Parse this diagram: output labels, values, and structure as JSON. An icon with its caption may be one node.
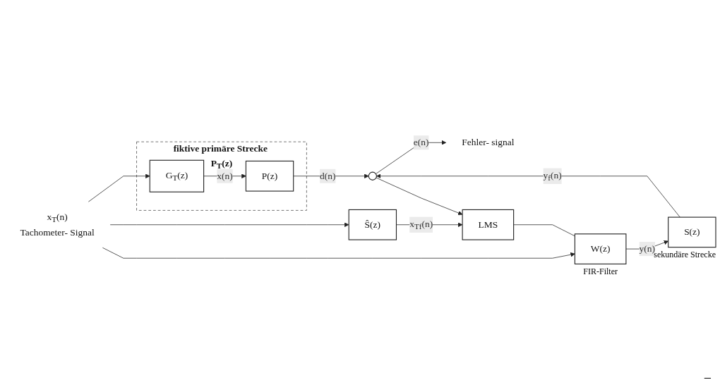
{
  "diagram": {
    "nodes": [
      {
        "text": [
          "x$_{T}$(n)",
          "Tachometer- Signal"
        ]
      },
      {
        "text": [
          "fiktive primäre Strecke P$_{T}$(z)"
        ]
      },
      {
        "text": [
          "G$_{T}$(z)"
        ],
        "in": 1
      },
      {
        "text": [
          "P(z)"
        ],
        "in": 1
      },
      {
        "text": [],
        "shape": "circle"
      },
      {
        "text": [
          "Fehler- signal"
        ]
      },
      {
        "text": [
          "W(z)"
        ],
        "beside": [
          "FIR-Filter"
        ]
      },
      {
        "text": [
          "S(z)"
        ],
        "beside": [
          "sekundäre Strecke"
        ]
      },
      {
        "text": [
          "Ŝ(z)"
        ]
      },
      {
        "text": [
          "LMS"
        ]
      }
    ],
    "edges": [
      {
        "from": 0,
        "to": 2,
        "arrow": "to"
      },
      {
        "from": 2,
        "to": 3,
        "arrow": "to",
        "label": "x(n)"
      },
      {
        "from": 3,
        "to": 4,
        "arrow": "to",
        "label": "d(n)"
      },
      {
        "from": 4,
        "to": 5,
        "arrow": "to",
        "label": "e(n)"
      },
      {
        "from": 0,
        "to": 6,
        "arrow": "to"
      },
      {
        "from": 6,
        "to": 7,
        "arrow": "to",
        "label": "y(n)"
      },
      {
        "from": 7,
        "to": 4,
        "arrow": "to",
        "label": "y$_{f}$(n)"
      },
      {
        "from": 0,
        "to": 8,
        "arrow": "to"
      },
      {
        "from": 8,
        "to": 9,
        "arrow": "to",
        "label": "x$_{Tf}$(n)"
      },
      {
        "from": 4,
        "to": 9,
        "arrow": "to"
      },
      {
        "from": 9,
        "to": 6,
        "arrow": "none"
      }
    ],
    "labels": [
      "−"
    ]
  }
}
